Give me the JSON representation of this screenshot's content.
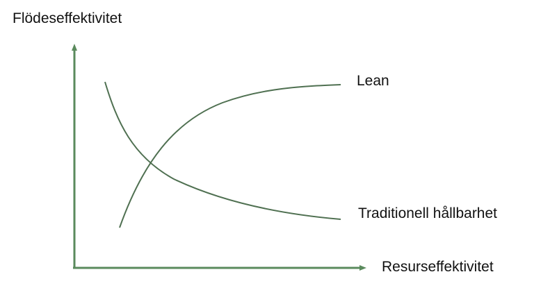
{
  "diagram": {
    "y_axis_label": "Flödeseffektivitet",
    "x_axis_label": "Resurseffektivitet",
    "curves": {
      "lean": {
        "label": "Lean"
      },
      "traditional": {
        "label": "Traditionell hållbarhet"
      }
    },
    "colors": {
      "axis": "#5a8a5c",
      "curve": "#4f7051",
      "text": "#111111"
    }
  }
}
